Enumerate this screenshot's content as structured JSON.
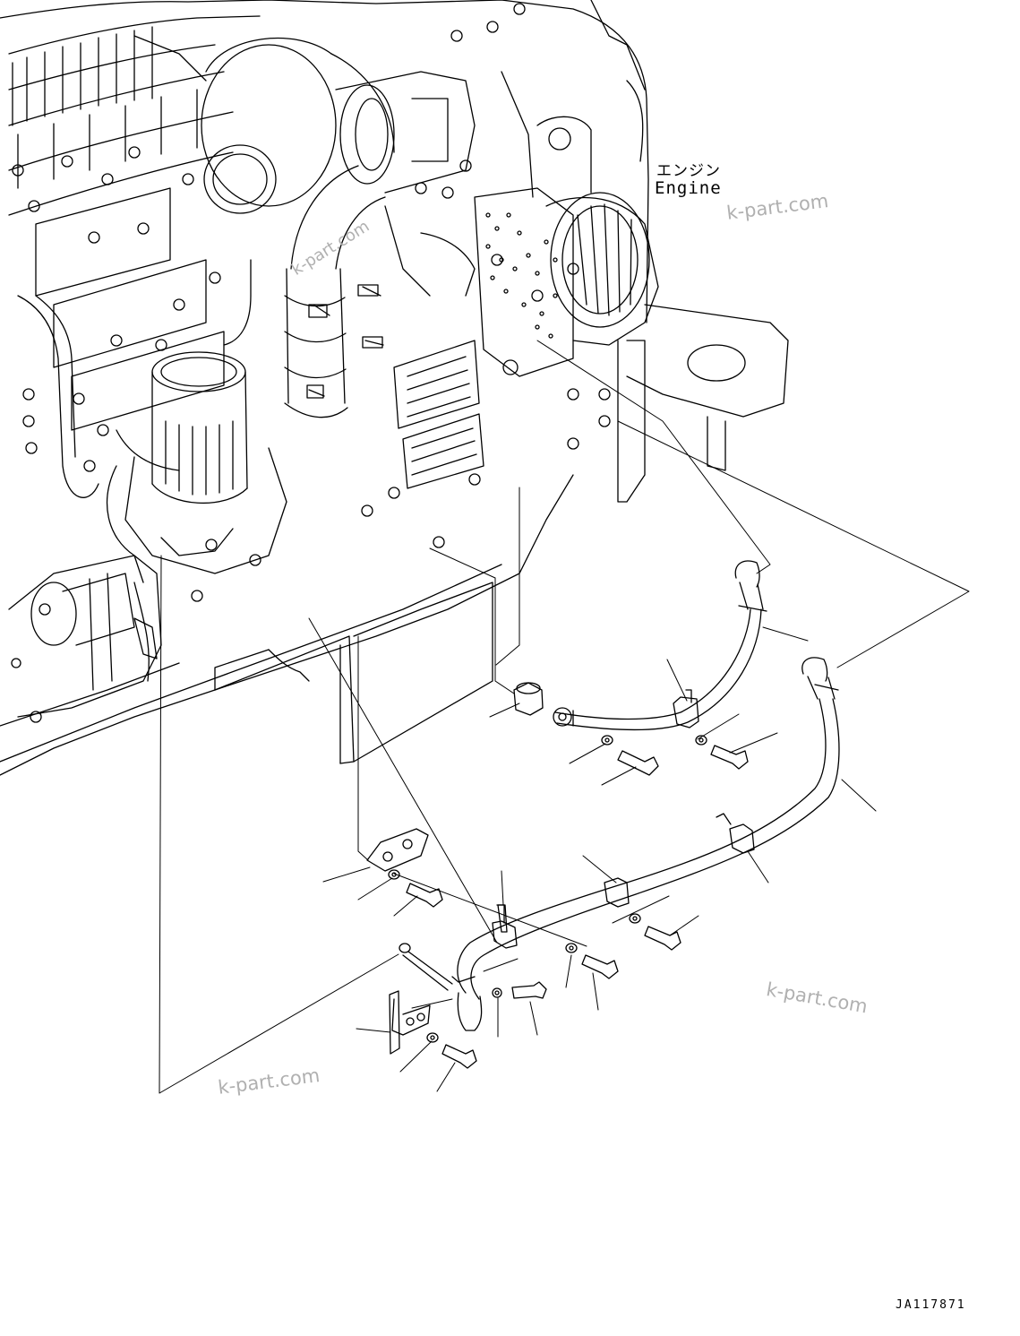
{
  "labels": {
    "engine_ja": "エンジン",
    "engine_en": "Engine",
    "figure_code": "JA117871"
  },
  "watermarks": [
    "k-part.com",
    "k-part.com",
    "k-part.com",
    "k-part.com"
  ],
  "colors": {
    "line": "#000000",
    "watermark": "#b0b0b0",
    "background": "#ffffff"
  }
}
